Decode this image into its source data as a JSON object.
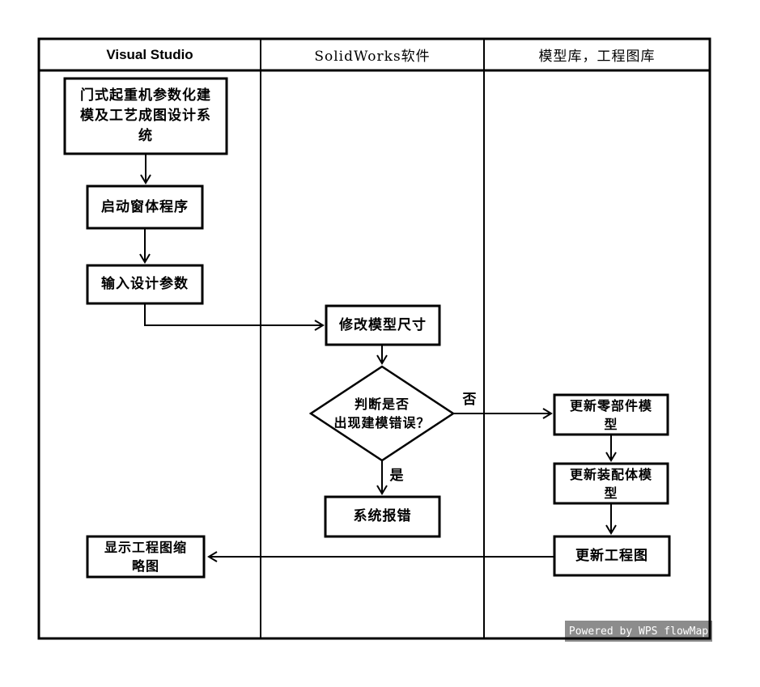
{
  "lanes": [
    {
      "label": "Visual Studio"
    },
    {
      "label": "SolidWorks软件"
    },
    {
      "label": "模型库，工程图库"
    }
  ],
  "nodes": {
    "main_system": {
      "text": "门式起重机参数化建模及工艺成图设计系统",
      "lines": [
        "门式起重机参数化建",
        "模及工艺成图设计系",
        "统"
      ]
    },
    "launch_form": {
      "text": "启动窗体程序"
    },
    "input_params": {
      "text": "输入设计参数"
    },
    "modify_model": {
      "text": "修改模型尺寸"
    },
    "error_check": {
      "text": "判断是否出现建模错误？",
      "lines": [
        "判断是否",
        "出现建模错误？"
      ]
    },
    "system_error": {
      "text": "系统报错"
    },
    "update_parts": {
      "text": "更新零部件模型",
      "lines": [
        "更新零部件模",
        "型"
      ]
    },
    "update_assembly": {
      "text": "更新装配体模型",
      "lines": [
        "更新装配体模",
        "型"
      ]
    },
    "update_drawing": {
      "text": "更新工程图"
    },
    "show_thumbnail": {
      "text": "显示工程图缩略图",
      "lines": [
        "显示工程图缩",
        "略图"
      ]
    }
  },
  "edge_labels": {
    "yes": "是",
    "no": "否"
  },
  "watermark": {
    "text": "Powered by WPS flowMap",
    "background": "#8c8c8c",
    "foreground": "#ffffff"
  },
  "colors": {
    "line": "#000000",
    "background": "#ffffff"
  }
}
